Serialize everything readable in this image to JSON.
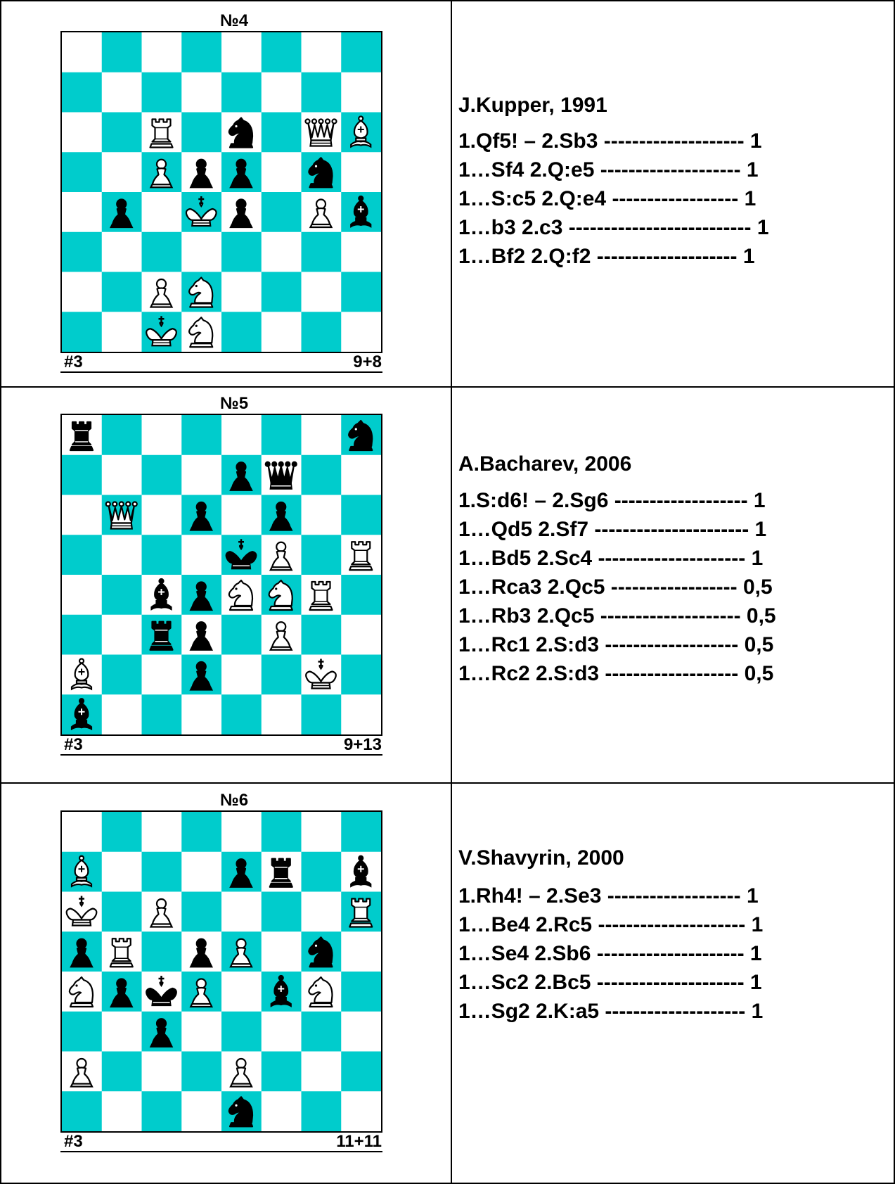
{
  "problems": [
    {
      "number": "№4",
      "stipulation": "#3",
      "count": "9+8",
      "author": "J.Kupper, 1991",
      "solution": [
        {
          "text": "1.Qf5! – 2.Sb3 ",
          "dashes": "--------------------",
          "points": "1"
        },
        {
          "text": "1…Sf4 2.Q:e5 ",
          "dashes": "--------------------",
          "points": "1"
        },
        {
          "text": "1…S:c5 2.Q:e4 ",
          "dashes": "------------------",
          "points": "1"
        },
        {
          "text": "1…b3 2.c3 ",
          "dashes": "--------------------------",
          "points": "1"
        },
        {
          "text": "1…Bf2 2.Q:f2 ",
          "dashes": "--------------------",
          "points": "1"
        }
      ],
      "pieces": [
        {
          "sq": "c6",
          "color": "white",
          "type": "rook"
        },
        {
          "sq": "e6",
          "color": "black",
          "type": "knight"
        },
        {
          "sq": "g6",
          "color": "white",
          "type": "queen"
        },
        {
          "sq": "h6",
          "color": "white",
          "type": "bishop"
        },
        {
          "sq": "c5",
          "color": "white",
          "type": "pawn"
        },
        {
          "sq": "d5",
          "color": "black",
          "type": "pawn"
        },
        {
          "sq": "e5",
          "color": "black",
          "type": "pawn"
        },
        {
          "sq": "g5",
          "color": "black",
          "type": "knight"
        },
        {
          "sq": "b4",
          "color": "black",
          "type": "pawn"
        },
        {
          "sq": "d4",
          "color": "white",
          "type": "king"
        },
        {
          "sq": "e4",
          "color": "black",
          "type": "pawn"
        },
        {
          "sq": "g4",
          "color": "white",
          "type": "pawn"
        },
        {
          "sq": "h4",
          "color": "black",
          "type": "bishop"
        },
        {
          "sq": "c2",
          "color": "white",
          "type": "pawn"
        },
        {
          "sq": "d2",
          "color": "white",
          "type": "knight"
        },
        {
          "sq": "c1",
          "color": "white",
          "type": "king"
        },
        {
          "sq": "d1",
          "color": "white",
          "type": "knight"
        }
      ]
    },
    {
      "number": "№5",
      "stipulation": "#3",
      "count": "9+13",
      "author": "A.Bacharev, 2006",
      "solution": [
        {
          "text": "1.S:d6! – 2.Sg6 ",
          "dashes": "-------------------",
          "points": "1"
        },
        {
          "text": "1…Qd5 2.Sf7 ",
          "dashes": "----------------------",
          "points": "1"
        },
        {
          "text": "1…Bd5 2.Sc4 ",
          "dashes": "---------------------",
          "points": "1"
        },
        {
          "text": "1…Rca3 2.Qc5 ",
          "dashes": "------------------",
          "points": "0,5"
        },
        {
          "text": "1…Rb3 2.Qc5 ",
          "dashes": "--------------------",
          "points": "0,5"
        },
        {
          "text": "1…Rc1 2.S:d3 ",
          "dashes": "-------------------",
          "points": "0,5"
        },
        {
          "text": "1…Rc2 2.S:d3 ",
          "dashes": "-------------------",
          "points": "0,5"
        }
      ],
      "pieces": [
        {
          "sq": "a8",
          "color": "black",
          "type": "rook"
        },
        {
          "sq": "h8",
          "color": "black",
          "type": "knight"
        },
        {
          "sq": "e7",
          "color": "black",
          "type": "pawn"
        },
        {
          "sq": "f7",
          "color": "black",
          "type": "queen"
        },
        {
          "sq": "b6",
          "color": "white",
          "type": "queen"
        },
        {
          "sq": "d6",
          "color": "black",
          "type": "pawn"
        },
        {
          "sq": "f6",
          "color": "black",
          "type": "pawn"
        },
        {
          "sq": "e5",
          "color": "black",
          "type": "king"
        },
        {
          "sq": "f5",
          "color": "white",
          "type": "pawn"
        },
        {
          "sq": "h5",
          "color": "white",
          "type": "rook"
        },
        {
          "sq": "c4",
          "color": "black",
          "type": "bishop"
        },
        {
          "sq": "d4",
          "color": "black",
          "type": "pawn"
        },
        {
          "sq": "e4",
          "color": "white",
          "type": "knight"
        },
        {
          "sq": "f4",
          "color": "white",
          "type": "knight"
        },
        {
          "sq": "g4",
          "color": "white",
          "type": "rook"
        },
        {
          "sq": "c3",
          "color": "black",
          "type": "rook"
        },
        {
          "sq": "d3",
          "color": "black",
          "type": "pawn"
        },
        {
          "sq": "f3",
          "color": "white",
          "type": "pawn"
        },
        {
          "sq": "a2",
          "color": "white",
          "type": "bishop"
        },
        {
          "sq": "d2",
          "color": "black",
          "type": "pawn"
        },
        {
          "sq": "g2",
          "color": "white",
          "type": "king"
        },
        {
          "sq": "a1",
          "color": "black",
          "type": "bishop"
        }
      ]
    },
    {
      "number": "№6",
      "stipulation": "#3",
      "count": "11+11",
      "author": "V.Shavyrin, 2000",
      "solution": [
        {
          "text": "1.Rh4! – 2.Se3 ",
          "dashes": "-------------------",
          "points": "1"
        },
        {
          "text": "1…Be4 2.Rc5 ",
          "dashes": "---------------------",
          "points": "1"
        },
        {
          "text": "1…Se4 2.Sb6 ",
          "dashes": "---------------------",
          "points": "1"
        },
        {
          "text": "1…Sc2 2.Bc5 ",
          "dashes": "---------------------",
          "points": "1"
        },
        {
          "text": "1…Sg2 2.K:a5 ",
          "dashes": "--------------------",
          "points": "1"
        }
      ],
      "pieces": [
        {
          "sq": "a7",
          "color": "white",
          "type": "bishop"
        },
        {
          "sq": "e7",
          "color": "black",
          "type": "pawn"
        },
        {
          "sq": "f7",
          "color": "black",
          "type": "rook"
        },
        {
          "sq": "h7",
          "color": "black",
          "type": "bishop"
        },
        {
          "sq": "a6",
          "color": "white",
          "type": "king"
        },
        {
          "sq": "c6",
          "color": "white",
          "type": "pawn"
        },
        {
          "sq": "h6",
          "color": "white",
          "type": "rook"
        },
        {
          "sq": "a5",
          "color": "black",
          "type": "pawn"
        },
        {
          "sq": "b5",
          "color": "white",
          "type": "rook"
        },
        {
          "sq": "d5",
          "color": "black",
          "type": "pawn"
        },
        {
          "sq": "e5",
          "color": "white",
          "type": "pawn"
        },
        {
          "sq": "g5",
          "color": "black",
          "type": "knight"
        },
        {
          "sq": "a4",
          "color": "white",
          "type": "knight"
        },
        {
          "sq": "b4",
          "color": "black",
          "type": "pawn"
        },
        {
          "sq": "c4",
          "color": "black",
          "type": "king"
        },
        {
          "sq": "d4",
          "color": "white",
          "type": "pawn"
        },
        {
          "sq": "f4",
          "color": "black",
          "type": "bishop"
        },
        {
          "sq": "g4",
          "color": "white",
          "type": "knight"
        },
        {
          "sq": "c3",
          "color": "black",
          "type": "pawn"
        },
        {
          "sq": "a2",
          "color": "white",
          "type": "pawn"
        },
        {
          "sq": "e2",
          "color": "white",
          "type": "pawn"
        },
        {
          "sq": "e1",
          "color": "black",
          "type": "knight"
        }
      ]
    }
  ],
  "colors": {
    "light_square": "#ffffff",
    "dark_square": "#00cccc",
    "white_piece": "#ffffff",
    "black_piece": "#000000"
  }
}
